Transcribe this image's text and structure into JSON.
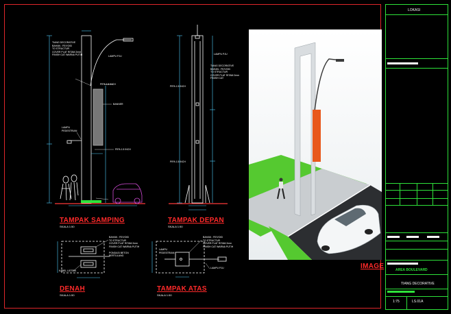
{
  "views": {
    "side": {
      "title": "TAMPAK SAMPING",
      "scale": "SKALA 1:50"
    },
    "front": {
      "title": "TAMPAK DEPAN",
      "scale": "SKALA 1:50"
    },
    "plan": {
      "title": "DENAH",
      "scale": "SKALA 1:50"
    },
    "top": {
      "title": "TAMPAK ATAS",
      "scale": "SKALA 1:50"
    },
    "render": {
      "title": "IMAGE"
    }
  },
  "annotations": {
    "side_tiang": "TIANG DECORATIVE\nBAHAN : FE/VOID\nTO STRUCTUR\nCOVER PLAT RITAM 2mm\nFINISH CAT WARNA PUTIH",
    "side_lampu_pju": "LAMPU PJU",
    "side_pipa_top": "PIPA 1.5 INCH",
    "side_banner": "BANNER",
    "side_lampu_pedestrian": "LAMPU\nPEDESTRIAN",
    "side_pipa_bottom": "PIPA 1.5 INCH",
    "front_lampu_pju": "LAMPU PJU",
    "front_tiang": "TIANG DECORATIVE\nBAHAN : FE/VOID\nTO STRUCTUR\nCOVER PLAT RITAM 2mm\nFINISH CAT",
    "front_pipa_top": "PIPA 1.5 INCH",
    "front_pipa_bottom": "PIPA 1.5 INCH",
    "plan_notes": "BAHAN : FE/VOID\nTO STRUCTUR\nCOVER PLAT RITAM 2mm\nFINISH CAT WARNA PUTIH\n\nPONDASI BETON\nBERTULANG",
    "plan_kabel": "KABEL LISTRIK",
    "top_notes": "BAHAN : FE/VOID\nTO STRUCTUR\nCOVER PLAT RITAM 2mm\nFINISH CAT WARNA PUTIH",
    "top_lampu_pedestrian": "LAMPU\nPEDESTRIAN",
    "top_lampu_pju": "LAMPU PJU"
  },
  "title_block": {
    "header": "LOKASI",
    "project": "AREA BOULEVARD",
    "item": "TIANG DECORATIVE",
    "scale": "1:75",
    "sheet": "LS.01A"
  },
  "colors": {
    "frame": "#e0262b",
    "title_block": "#2ee33a",
    "view_titles": "#ff2a2a",
    "linework": "#ffffff",
    "dimension": "#4fd1ff",
    "render_grass": "#55c930",
    "render_banner": "#e8581c"
  }
}
